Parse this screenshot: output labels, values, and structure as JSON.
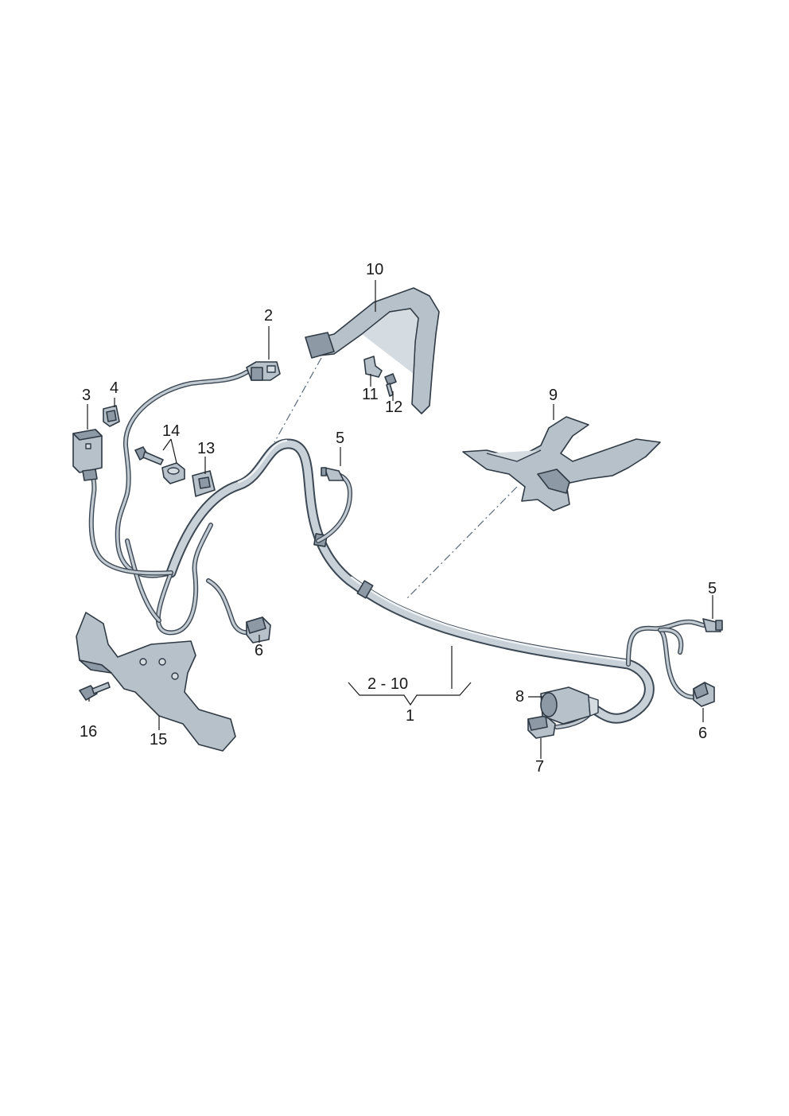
{
  "diagram": {
    "callouts": {
      "c1": "1",
      "c2": "2",
      "c2_10": "2 - 10",
      "c3": "3",
      "c4": "4",
      "c5a": "5",
      "c5b": "5",
      "c6a": "6",
      "c6b": "6",
      "c7": "7",
      "c8": "8",
      "c9": "9",
      "c10": "10",
      "c11": "11",
      "c12": "12",
      "c13": "13",
      "c14": "14",
      "c15": "15",
      "c16": "16"
    }
  }
}
